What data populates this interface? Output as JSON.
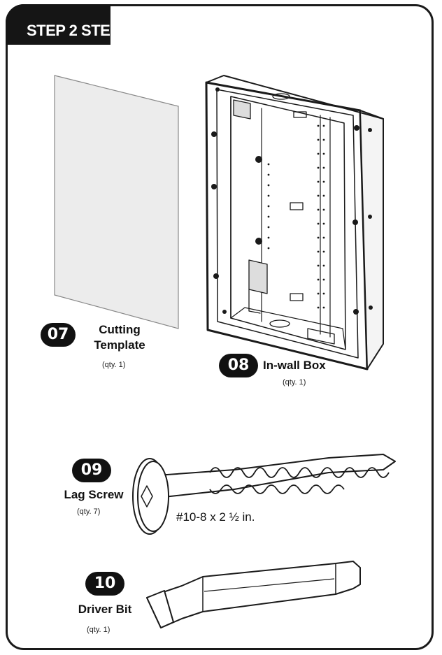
{
  "header": {
    "step_label": "STEP 2 STE"
  },
  "parts": [
    {
      "number": "07",
      "name_line1": "Cutting",
      "name_line2": "Template",
      "qty": "(qty. 1)",
      "icon": "cutting-template"
    },
    {
      "number": "08",
      "name": "In-wall Box",
      "qty": "(qty. 1)",
      "icon": "in-wall-box"
    },
    {
      "number": "09",
      "name": "Lag Screw",
      "qty": "(qty. 7)",
      "spec": "#10-8 x 2 ½ in.",
      "icon": "lag-screw"
    },
    {
      "number": "10",
      "name": "Driver Bit",
      "qty": "(qty. 1)",
      "icon": "driver-bit"
    }
  ],
  "colors": {
    "ink": "#111111",
    "template_fill": "#ebebeb",
    "background": "#ffffff"
  }
}
